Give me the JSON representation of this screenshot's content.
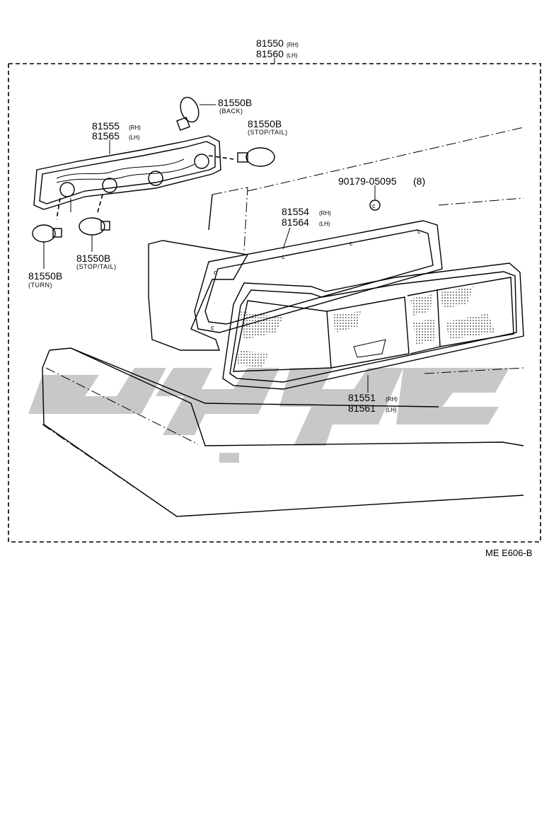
{
  "assembly": {
    "rh": "81550",
    "rh_tag": "(RH)",
    "lh": "81560",
    "lh_tag": "(LH)"
  },
  "bulb_back": {
    "part": "81550B",
    "desc": "(BACK)"
  },
  "bulb_stop_tail_upper": {
    "part": "81550B",
    "desc": "(STOP/TAIL)"
  },
  "socket_wiring": {
    "rh": "81555",
    "rh_tag": "(RH)",
    "lh": "81565",
    "lh_tag": "(LH)"
  },
  "nut": {
    "part": "90179-05095",
    "qty": "(8)"
  },
  "gasket": {
    "rh": "81554",
    "rh_tag": "(RH)",
    "lh": "81564",
    "lh_tag": "(LH)"
  },
  "bulb_stop_tail_lower": {
    "part": "81550B",
    "desc": "(STOP/TAIL)"
  },
  "bulb_turn": {
    "part": "81550B",
    "desc": "(TURN)"
  },
  "lens": {
    "rh": "81551",
    "rh_tag": "(RH)",
    "lh": "81561",
    "lh_tag": "(LH)"
  },
  "diagram_code": "ME E606-B",
  "colors": {
    "line": "#000000",
    "watermark": "#c8c8c8",
    "background": "#ffffff"
  }
}
